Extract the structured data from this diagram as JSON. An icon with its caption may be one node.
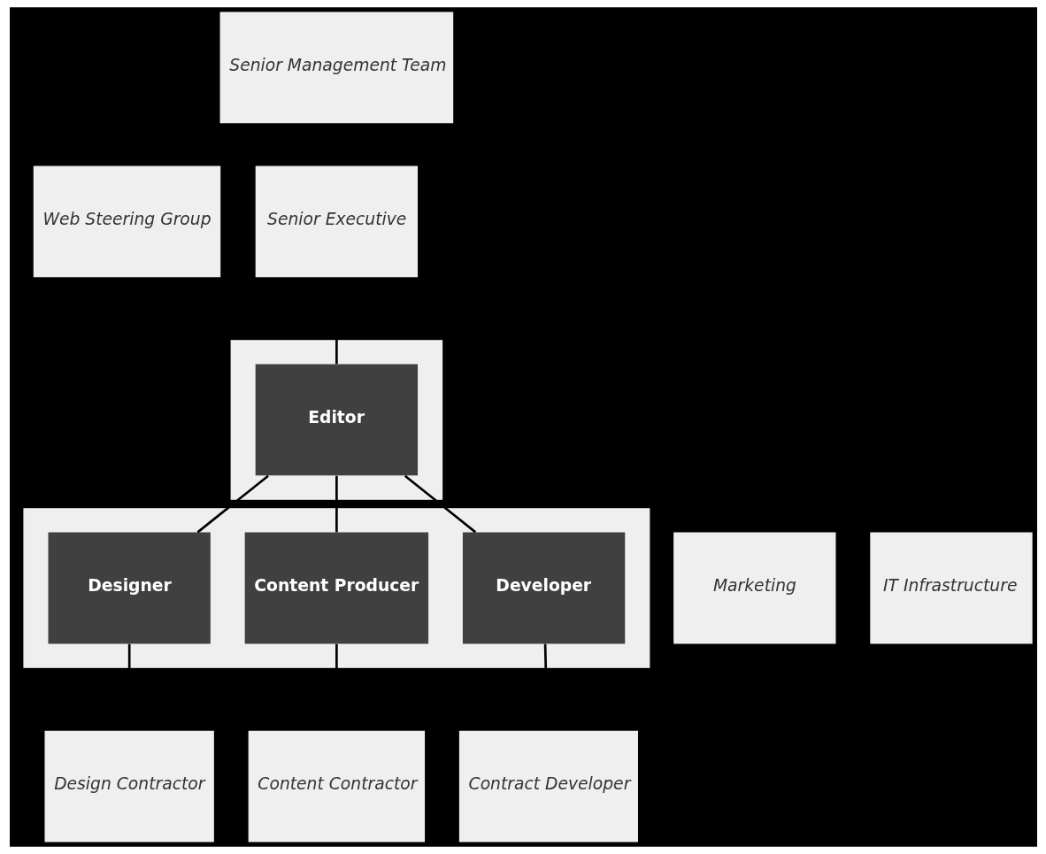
{
  "diagram": {
    "nodes": [
      {
        "text": [
          "Senior Management Team"
        ]
      },
      {
        "text": [
          "Web Steering Group"
        ]
      },
      {
        "text": [
          "Senior Executive"
        ]
      },
      {
        "text": [],
        "shape": "box"
      },
      {
        "text": [
          "Editor"
        ],
        "in": 3
      },
      {
        "text": [
          "Marketing"
        ]
      },
      {
        "text": [],
        "shape": "box"
      },
      {
        "text": [
          "Designer"
        ],
        "in": 6
      },
      {
        "text": [
          "Content Producer"
        ],
        "in": 6
      },
      {
        "text": [
          "Developer"
        ],
        "in": 6
      },
      {
        "text": [
          "IT Infrastructure"
        ]
      },
      {
        "text": [
          "Design Contractor"
        ]
      },
      {
        "text": [
          "Content Contractor"
        ]
      },
      {
        "text": [
          "Contract Developer"
        ]
      }
    ],
    "edges": [
      {
        "from": null,
        "to": 4,
        "arrow": "none"
      },
      {
        "from": 4,
        "to": 7,
        "arrow": "none"
      },
      {
        "from": 4,
        "to": 8,
        "arrow": "none"
      },
      {
        "from": 4,
        "to": 9,
        "arrow": "none"
      },
      {
        "from": 7,
        "to": null,
        "arrow": "none"
      },
      {
        "from": 8,
        "to": null,
        "arrow": "none"
      },
      {
        "from": 9,
        "to": null,
        "arrow": "none"
      }
    ]
  }
}
